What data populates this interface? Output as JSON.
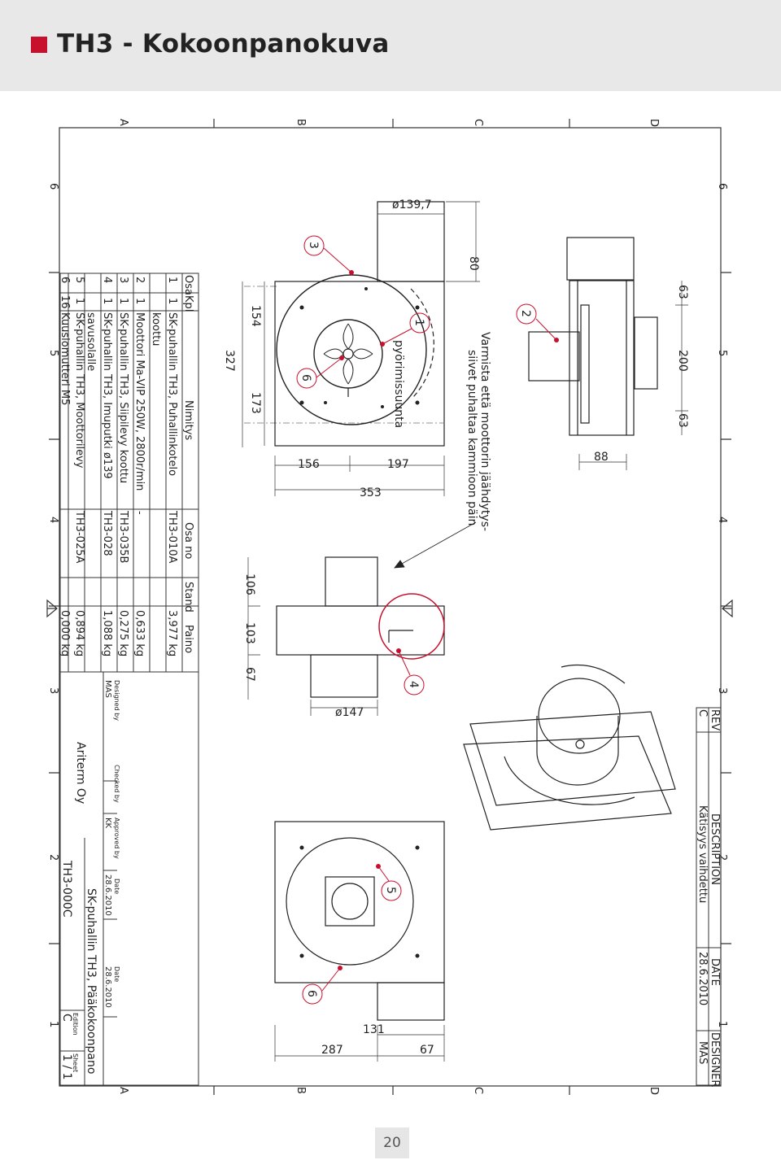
{
  "page": {
    "title": "TH3 - Kokoonpanokuva",
    "page_number": "20",
    "accent_color": "#c8102e"
  },
  "grid": {
    "rows": [
      "A",
      "B",
      "C",
      "D"
    ],
    "cols": [
      "6",
      "5",
      "4",
      "3",
      "2",
      "1"
    ]
  },
  "revision_block": {
    "headers": [
      "REV",
      "DESCRIPTION",
      "DATE",
      "DESIGNER"
    ],
    "row": [
      "C",
      "Kätisyys vaihdettu",
      "28.6.2010",
      "MAS"
    ]
  },
  "parts_list": {
    "headers": [
      "Osa",
      "Kpl",
      "Nimitys",
      "Osa no",
      "Stand",
      "Paino"
    ],
    "rows": [
      [
        "1",
        "1",
        "SK-puhallin TH3, Puhallinkotelo",
        "koottu",
        "TH3-010A",
        "",
        "3,977 kg"
      ],
      [
        "2",
        "1",
        "Moottori Ma-VIP 250W, 2800r/min",
        "",
        "-",
        "",
        "0,633 kg"
      ],
      [
        "3",
        "1",
        "SK-puhallin TH3, Siipilevy koottu",
        "",
        "TH3-035B",
        "",
        "0,275 kg"
      ],
      [
        "4",
        "1",
        "SK-puhallin TH3, Imuputki ø139",
        "savusolalle",
        "TH3-028",
        "",
        "1,088 kg"
      ],
      [
        "5",
        "1",
        "SK-puhallin TH3, Moottorilevy",
        "",
        "TH3-025A",
        "",
        "0,894 kg"
      ],
      [
        "6",
        "16",
        "Kuusiomutteri M5",
        "",
        "",
        "",
        "0,000 kg"
      ]
    ]
  },
  "title_block": {
    "designed_by_label": "Designed by",
    "designed_by": "MAS",
    "checked_by_label": "Checked by",
    "checked_by": "",
    "approved_by_label": "Approved by",
    "approved_by": "KK",
    "date_label": "Date",
    "date": "28.6.2010",
    "date2_label": "Date",
    "date2": "28.6.2010",
    "company": "Ariterm Oy",
    "drawing_title": "SK-puhallin TH3, Pääkokoonpano",
    "drawing_number": "TH3-000C",
    "edition_label": "Edition",
    "edition": "C",
    "sheet_label": "Sheet",
    "sheet": "1 / 1"
  },
  "dimensions": {
    "d_139": "ø139,7",
    "d_80": "80",
    "d_327": "327",
    "d_154": "154",
    "d_173": "173",
    "d_156": "156",
    "d_197": "197",
    "d_353": "353",
    "d_106": "106",
    "d_103": "103",
    "d_67a": "67",
    "d_147": "ø147",
    "d_63a": "63",
    "d_200": "200",
    "d_63b": "63",
    "d_88": "88",
    "d_287": "287",
    "d_131": "131",
    "d_67b": "67"
  },
  "notes": {
    "rotation": "pyörimissuunta",
    "cooling_line1": "Varmista että moottorin jäähdytys-",
    "cooling_line2": "siivet puhaltaa kammioon päin"
  },
  "balloons": {
    "b3": "3",
    "b6a": "6",
    "b1": "1",
    "b2": "2",
    "b4": "4",
    "b5": "5",
    "b6b": "6"
  }
}
